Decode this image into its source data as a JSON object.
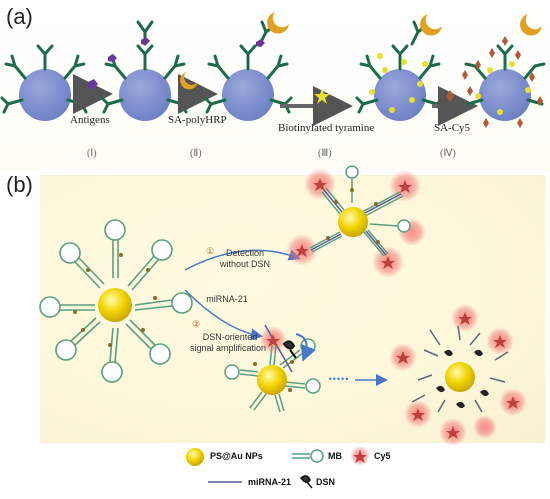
{
  "panel_a": {
    "label": "(a)",
    "steps": [
      {
        "text": "Antigens",
        "roman": "(Ⅰ)"
      },
      {
        "text": "SA-polyHRP",
        "roman": "(Ⅱ)"
      },
      {
        "text": "Biotinylated tyramine",
        "roman": "(Ⅲ)"
      },
      {
        "text": "SA-Cy5",
        "roman": "(Ⅳ)"
      }
    ]
  },
  "panel_b": {
    "label": "(b)",
    "path1_num": "①",
    "path1_line1": "Detection",
    "path1_line2": "without DSN",
    "mirna_label": "miRNA-21",
    "path2_num": "②",
    "path2_line1": "DSN-oriented",
    "path2_line2": "signal amplification",
    "dots": "•••••"
  },
  "legend": {
    "np": "PS@Au NPs",
    "mb": "MB",
    "cy5": "Cy5",
    "mirna": "miRNA-21",
    "dsn": "DSN"
  },
  "colors": {
    "bead": "#7d8fcf",
    "antibody": "#1e6b4a",
    "antigen": "#6a3a9a",
    "hrp": "#e0a020",
    "tyramine": "#e8e030",
    "cy5_diamond": "#b05a3a",
    "np_core": "#f2d400",
    "mb": "#5aa080",
    "glow": "#f06060",
    "arrow": "#4a78c8"
  }
}
